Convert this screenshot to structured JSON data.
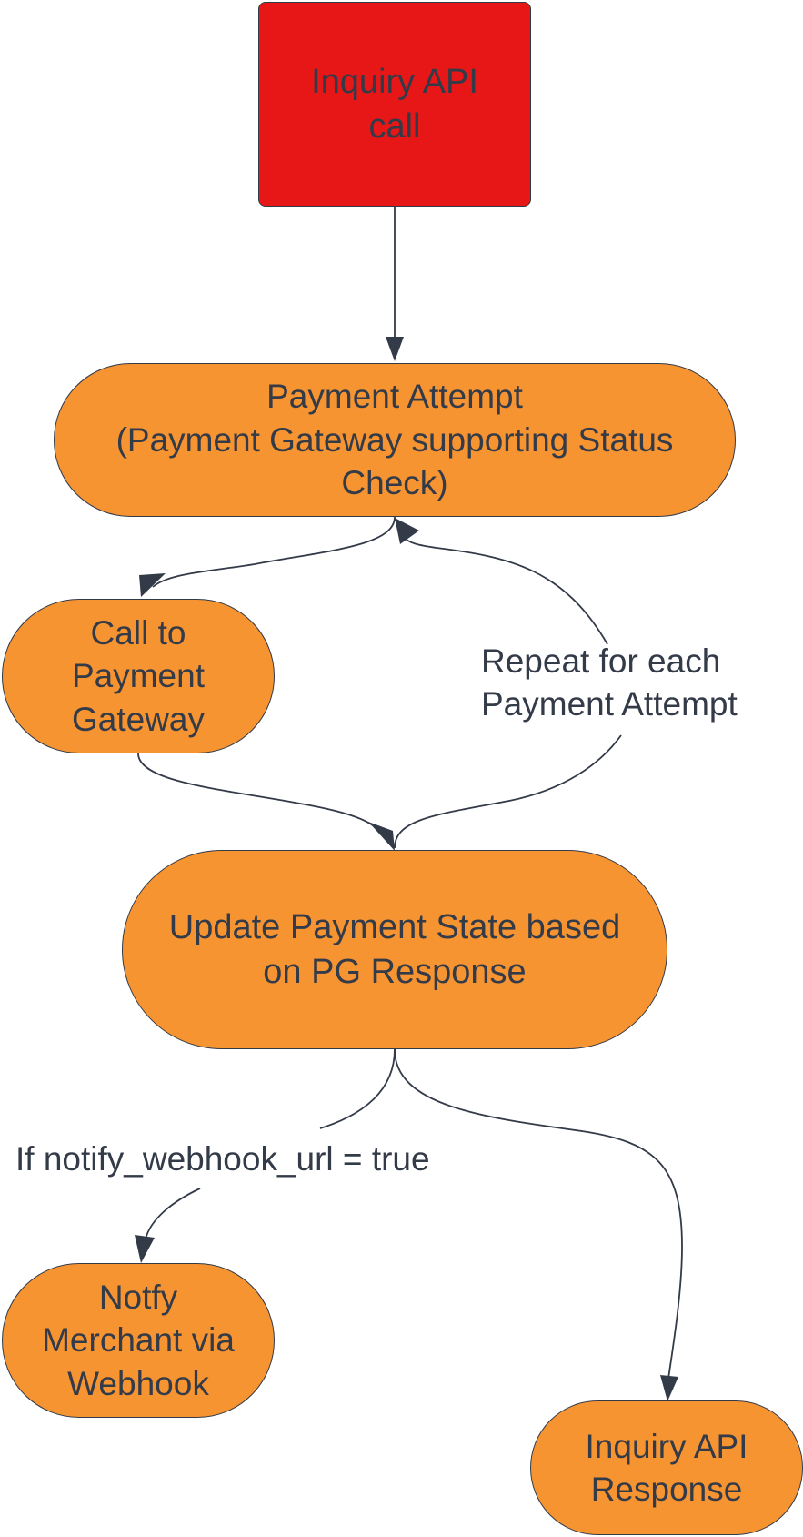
{
  "diagram": {
    "type": "flowchart",
    "colors": {
      "start_fill": "#e81717",
      "process_fill": "#f79432",
      "stroke": "#333a48",
      "text": "#333a48"
    },
    "nodes": {
      "inquiry_api_call": {
        "label": "Inquiry API\ncall",
        "shape": "rounded-rectangle"
      },
      "payment_attempt": {
        "label": "Payment Attempt\n(Payment Gateway supporting Status\nCheck)",
        "shape": "pill"
      },
      "call_to_pg": {
        "label": "Call to\nPayment\nGateway",
        "shape": "pill"
      },
      "update_state": {
        "label": "Update Payment State based\non PG Response",
        "shape": "pill"
      },
      "notify_merchant": {
        "label": "Notfy\nMerchant via\nWebhook",
        "shape": "pill"
      },
      "inquiry_response": {
        "label": "Inquiry API\nResponse",
        "shape": "pill"
      }
    },
    "edges": [
      {
        "from": "inquiry_api_call",
        "to": "payment_attempt",
        "label": ""
      },
      {
        "from": "payment_attempt",
        "to": "call_to_pg",
        "label": ""
      },
      {
        "from": "call_to_pg",
        "to": "update_state",
        "label": ""
      },
      {
        "from": "update_state",
        "to": "payment_attempt",
        "label": "Repeat for each\nPayment Attempt"
      },
      {
        "from": "update_state",
        "to": "notify_merchant",
        "label": "If notify_webhook_url = true"
      },
      {
        "from": "update_state",
        "to": "inquiry_response",
        "label": ""
      }
    ]
  }
}
